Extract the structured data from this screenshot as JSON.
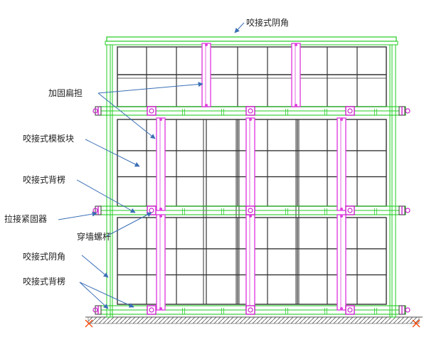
{
  "labels": {
    "top_corner": "咬接式阴角",
    "reinforcing_flat_bar": "加固扁担",
    "formwork_block": "咬接式模板块",
    "back_rib_1": "咬接式背楞",
    "tie_fastener": "拉接紧固器",
    "wall_bolt": "穿墙螺杆",
    "inner_corner": "咬接式阴角",
    "back_rib_2": "咬接式背楞"
  },
  "colors": {
    "frame": "#22cc22",
    "panel": "#333333",
    "brace": "#e040e0",
    "arrow": "#3a6fb5",
    "ground": "#555555",
    "bolt": "#cc22cc",
    "anchor": "#ff4400"
  }
}
